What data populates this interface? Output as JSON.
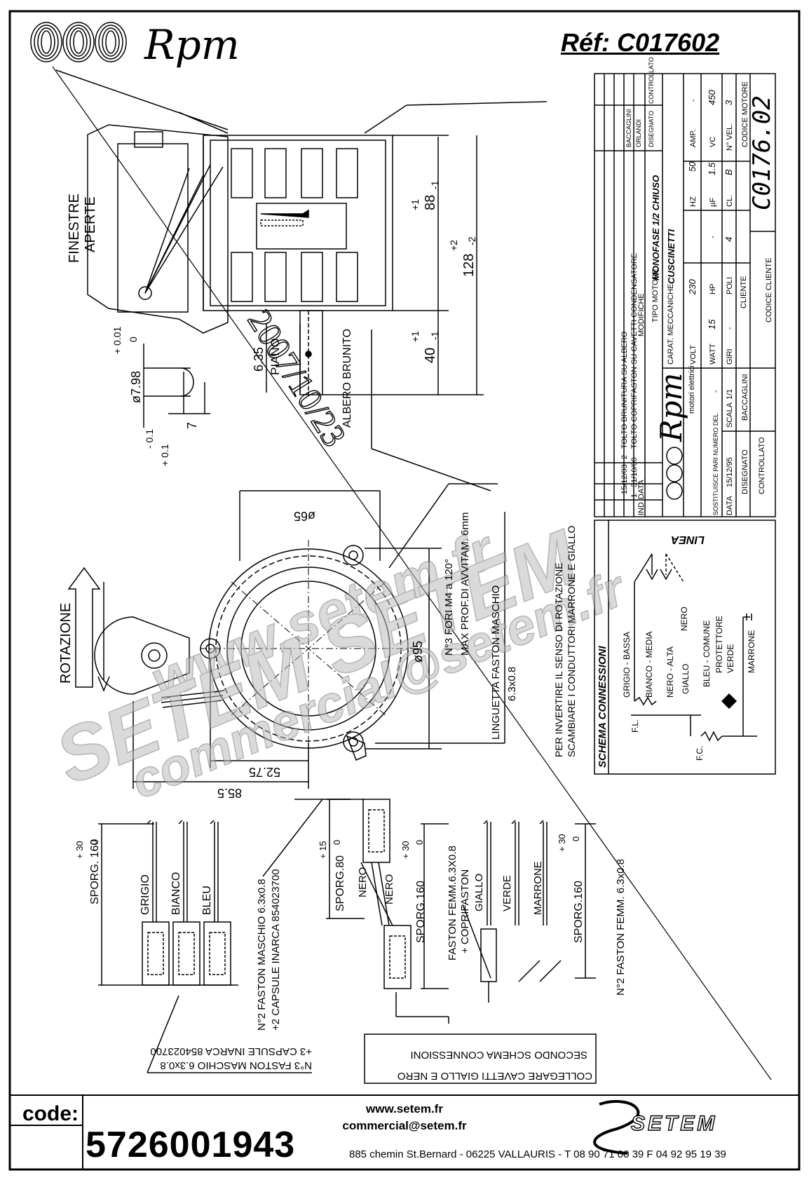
{
  "header": {
    "brand": "Rpm",
    "ref": "Réf:  C017602"
  },
  "watermark": {
    "line1": "www.setem.fr",
    "line2": "SETEM SETEM",
    "line3": "commercial@setem.fr"
  },
  "top_view": {
    "window_label_1": "FINESTRE",
    "window_label_2": "APERTE",
    "dim_88": "88",
    "dim_88_tol_up": "+1",
    "dim_88_tol_dn": "-1",
    "dim_128": "128",
    "dim_128_tol_up": "+2",
    "dim_128_tol_dn": "-2",
    "dim_40": "40",
    "dim_40_tol_up": "+1",
    "dim_40_tol_dn": "-1",
    "shaft_dia": "ø7.98",
    "shaft_tol_up": "+ 0.01",
    "shaft_tol_dn": "0",
    "flat_dim": "7",
    "flat_tol": "- 0.1",
    "flat_tol2": "+ 0.1",
    "piano_dim": "6.35",
    "piano_label": "PIANO",
    "albero_label": "ALBERO BRUNITO"
  },
  "handwritten_date": "2007/10/23",
  "front_view": {
    "dia65": "ø65",
    "dia95": "ø95",
    "dim_5275": "52.75",
    "dim_855": "85.5",
    "holes_line1": "N°3 FORI M4 a 120°",
    "holes_line2": "MAX PROF.DI AVVITAM. 6mm",
    "rotation_label": "ROTAZIONE",
    "linguetta": "LINGUETTA FASTON MASCHIO",
    "linguetta_size": "6.3x0.8",
    "invert_line1": "PER INVERTIRE IL SENSO DI ROTAZIONE",
    "invert_line2": "SCAMBIARE I CONDUTTORI MARRONE E GIALLO"
  },
  "wires": {
    "sporg160a": "SPORG. 160",
    "tol30a": "+ 30",
    "tol0a": "0",
    "grigio": "GRIGIO",
    "bianco": "BIANCO",
    "bleu": "BLEU",
    "faston3_line1": "N°3 FASTON MASCHIO 6.3x0.8",
    "faston3_line2": "+3 CAPSULE INARCA 854023700",
    "faston2_line1": "N°2 FASTON MASCHIO 6.3x0.8",
    "faston2_line2": "+2 CAPSULE INARCA 854023700",
    "sporg80": "SPORG.80",
    "tol15": "+ 15",
    "tol0b": "0",
    "nero1": "NERO",
    "nero2": "NERO",
    "sporg160b": "SPORG.160",
    "tol30b": "+ 30",
    "tol0c": "0",
    "fem_line1": "FASTON FEMM.6.3X0.8",
    "fem_line2": "+ COPRIFASTON",
    "giallo": "GIALLO",
    "verde": "VERDE",
    "marrone": "MARRONE",
    "sporg160c": "SPORG.160",
    "tol30c": "+ 30",
    "tol0d": "0",
    "fem2": "N°2 FASTON FEMM. 6.3x0.8",
    "collegare_line1": "COLLEGARE CAVETTI GIALLO E NERO",
    "collegare_line2": "SECONDO SCHEMA CONNESSIONI"
  },
  "title_block": {
    "rev2_no": "2",
    "rev2_date": "15/12/03",
    "rev2_text": "TOLTO BRUNITURA SU ALBERO",
    "rev1_no": "1",
    "rev1_date": "31/10/00",
    "rev1_text": "TOLTO COPRIFASTON SU CAVETTI CONDENSATORE",
    "h_ind": "IND",
    "h_data": "DATA",
    "h_modifiche": "MODIFICHE",
    "h_baccaglini": "BACCAGLINI",
    "h_orlandi": "ORLANDI",
    "h_disegnato": "DISEGNATO",
    "h_controllato": "CONTROLLATO",
    "company": "Rpm",
    "company_sub": "motori elettrici",
    "tipo_motore_label": "TIPO MOTORE",
    "tipo_motore": "MONOFASE 1/2 CHIUSO",
    "carat_label": "CARAT. MECCANICHE",
    "carat": "CUSCINETTI",
    "volt_label": "VOLT",
    "volt": "230",
    "hz_label": "HZ",
    "hz": "50",
    "amp_label": "AMP.",
    "amp": "-",
    "watt_label": "WATT",
    "watt": "15",
    "hp_label": "HP",
    "hp": "-",
    "uf_label": "µF",
    "uf": "1.5",
    "vc_label": "VC",
    "vc": "450",
    "giri_label": "GIRI",
    "giri": "-",
    "poli_label": "POLI",
    "poli": "4",
    "cl_label": "CL.",
    "cl": "B",
    "nvel_label": "N° VEL.",
    "nvel": "3",
    "sostituisce": "SOSTITUISCE PARI NUMERO DEL",
    "sost_val": "-",
    "cliente_label": "CLIENTE",
    "codice_cliente": "CODICE CLIENTE",
    "data_label": "DATA",
    "data": "15/12/95",
    "scala_label": "SCALA",
    "scala": "1/1",
    "disegnato_label": "DISEGNATO",
    "disegnato": "BACCAGLINI",
    "controllato_label": "CONTROLLATO",
    "codice_motore_label": "CODICE MOTORE",
    "codice_motore": "C0176.02"
  },
  "schema": {
    "title": "SCHEMA CONNESSIONI",
    "linea": "LINEA",
    "grigio": "GRIGIO - BASSA",
    "bianco": "BIANCO - MEDIA",
    "nero_alta": "NERO - ALTA",
    "nero": "NERO",
    "giallo": "GIALLO",
    "bleu": "BLEU - COMUNE",
    "protettore": "PROTETTORE",
    "verde": "VERDE",
    "marrone": "MARRONE",
    "fl": "F.L.",
    "fc": "F.C."
  },
  "footer": {
    "code_label": "code:",
    "code_value": "5726001943",
    "website": "www.setem.fr",
    "email": "commercial@setem.fr",
    "address": "885 chemin St.Bernard  -  06225 VALLAURIS  -  T 08 90 71 00 39   F 04 92 95 19 39",
    "setem": "SETEM"
  }
}
